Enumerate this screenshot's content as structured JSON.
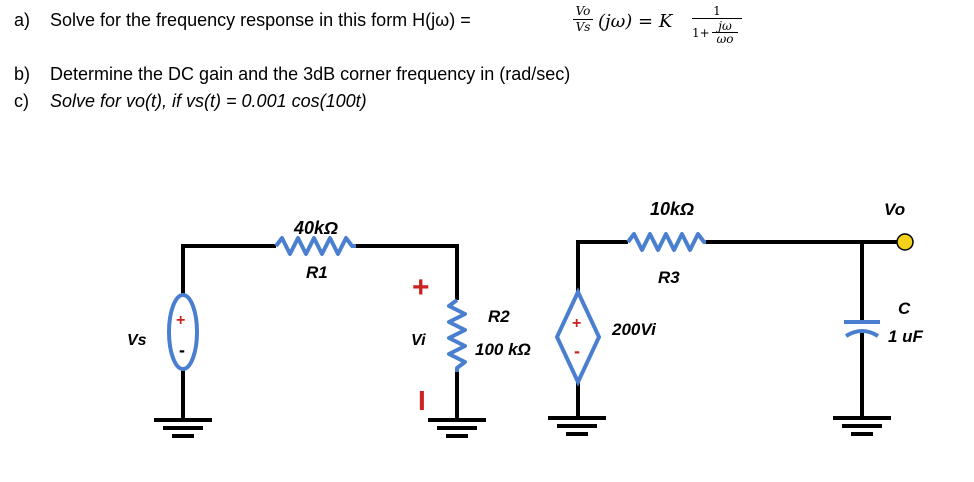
{
  "questions": {
    "a_letter": "a)",
    "a_text": "Solve for the frequency response in this form H(jω) =",
    "a_frac_num": "Vo",
    "a_frac_den": "Vs",
    "a_mid": "(jω) = K",
    "a_k_num": "1",
    "a_k_den_prefix": "1+",
    "a_k_den_num": "jω",
    "a_k_den_den": "ωo",
    "b_letter": "b)",
    "b_text": "Determine the DC gain and the 3dB corner frequency in (rad/sec)",
    "c_letter": "c)",
    "c_text": "Solve for vo(t), if vs(t) = 0.001 cos(100t)"
  },
  "circuit": {
    "vs_label": "Vs",
    "vs_plus": "+",
    "vs_minus": "-",
    "r1_value": "40kΩ",
    "r1_name": "R1",
    "vi_plus": "+",
    "vi_label": "Vi",
    "vi_minus": "I",
    "r2_name": "R2",
    "r2_value": "100 kΩ",
    "dep_plus": "+",
    "dep_minus": "-",
    "dep_label": "200Vi",
    "r3_value": "10kΩ",
    "r3_name": "R3",
    "vo_label": "Vo",
    "c_name": "C",
    "c_value": "1 uF"
  },
  "colors": {
    "wire": "#000000",
    "component": "#4a7fd0",
    "polarity": "#cc2222",
    "node": "#f5d21a"
  }
}
